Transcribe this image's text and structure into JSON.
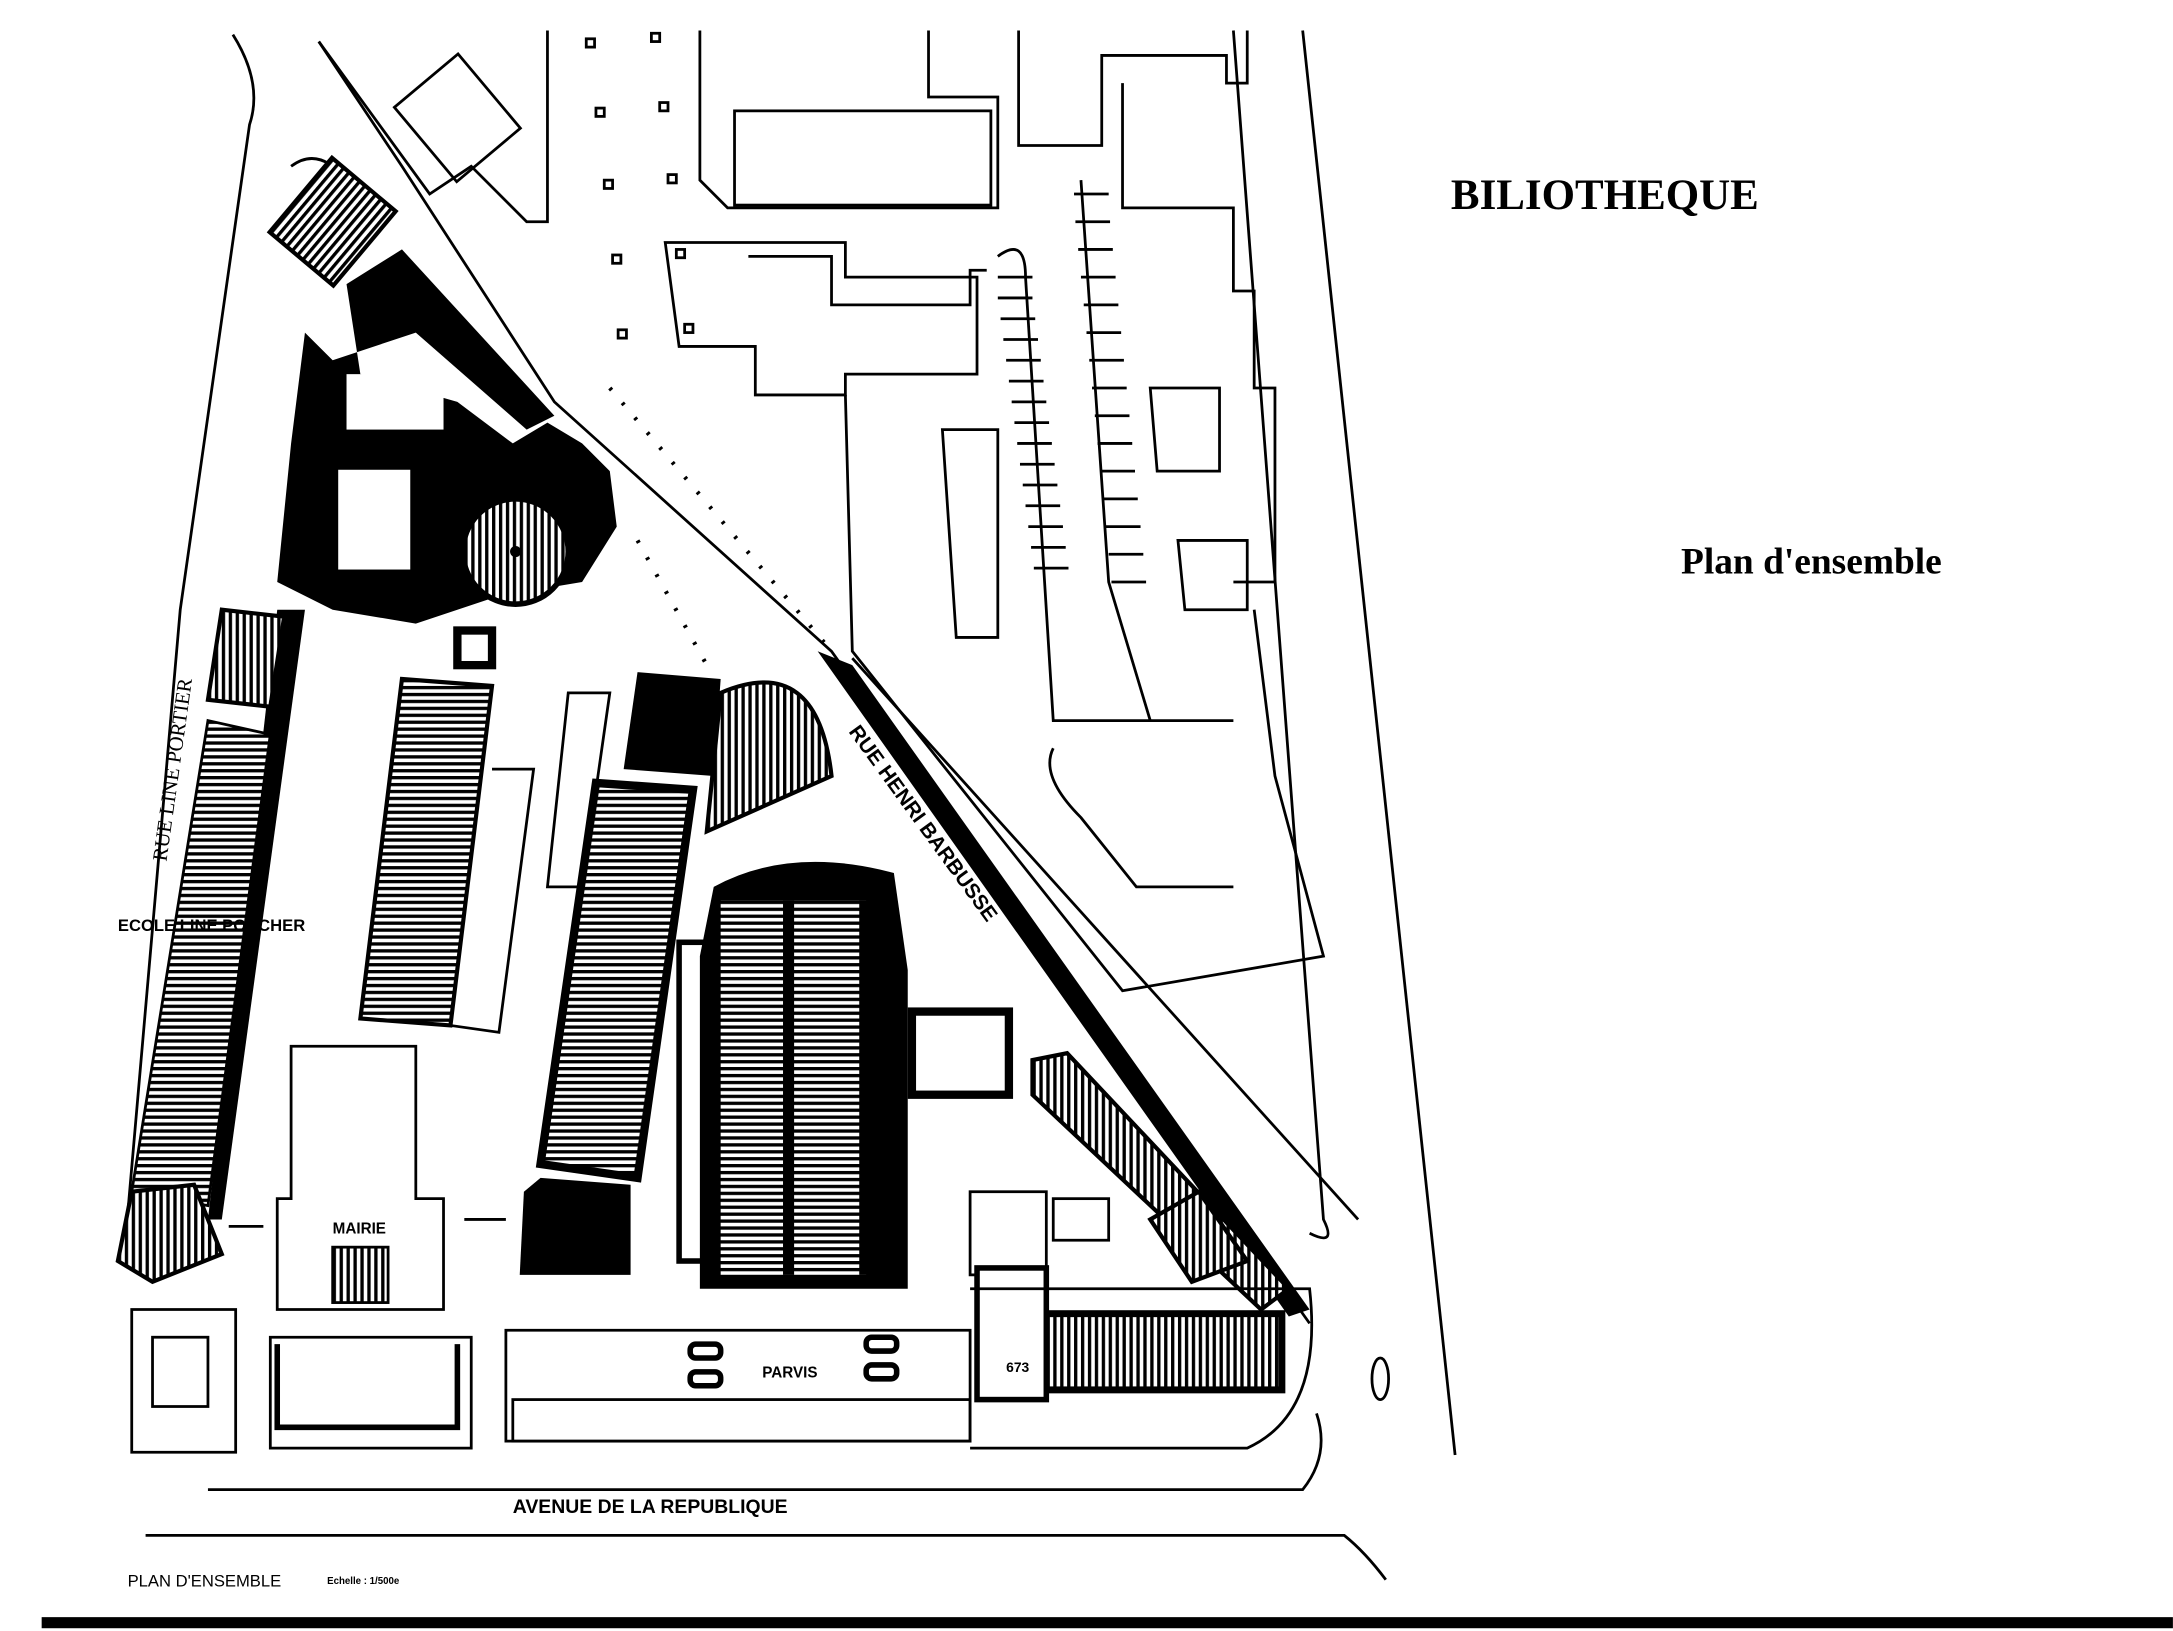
{
  "header": {
    "title": "BILIOTHEQUE",
    "subtitle": "Plan d'ensemble"
  },
  "plan": {
    "streets": {
      "rue_line_portier": "RUE LINE PORTIER",
      "rue_henri_barbusse": "RUE HENRI BARBUSSE",
      "avenue_republique": "AVENUE DE LA REPUBLIQUE"
    },
    "buildings": {
      "ecole": "ECOLE LINE PORCHER",
      "mairie": "MAIRIE",
      "parvis": "PARVIS",
      "number_label": "673"
    }
  },
  "footer": {
    "caption": "PLAN D'ENSEMBLE",
    "scale": "Echelle : 1/500e"
  },
  "colors": {
    "ink": "#000000",
    "paper": "#ffffff"
  }
}
